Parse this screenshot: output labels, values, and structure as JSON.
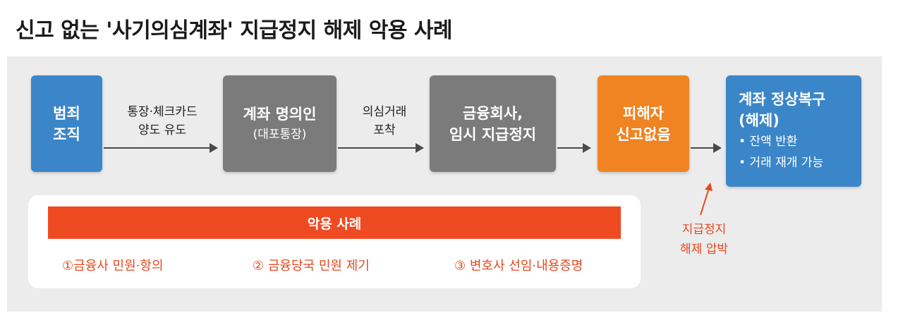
{
  "title": "신고 없는 '사기의심계좌' 지급정지 해제 악용 사례",
  "flow": {
    "box1": {
      "line1": "범죄",
      "line2": "조직"
    },
    "arrow1": {
      "line1": "통장·체크카드",
      "line2": "양도 유도"
    },
    "box2": {
      "line1": "계좌 명의인",
      "line2": "(대포통장)"
    },
    "arrow2": {
      "line1": "의심거래",
      "line2": "포착"
    },
    "box3": {
      "line1": "금융회사,",
      "line2": "임시 지급정지"
    },
    "box4": {
      "line1": "피해자",
      "line2": "신고없음"
    },
    "box5": {
      "line1": "계좌 정상복구",
      "line2": "(해제)",
      "bullet1": "• 잔액 반환",
      "bullet2": "• 거래 재개 가능"
    }
  },
  "pressure": {
    "line1": "지급정지",
    "line2": "해제 압박"
  },
  "abuse": {
    "heading": "악용 사례",
    "items": [
      "①금융사 민원·항의",
      "② 금융당국 민원 제기",
      "③ 변호사 선임·내용증명"
    ]
  },
  "colors": {
    "blue": "#3b86c9",
    "gray": "#7b7b7b",
    "orange": "#f08322",
    "red": "#ee4b22"
  }
}
